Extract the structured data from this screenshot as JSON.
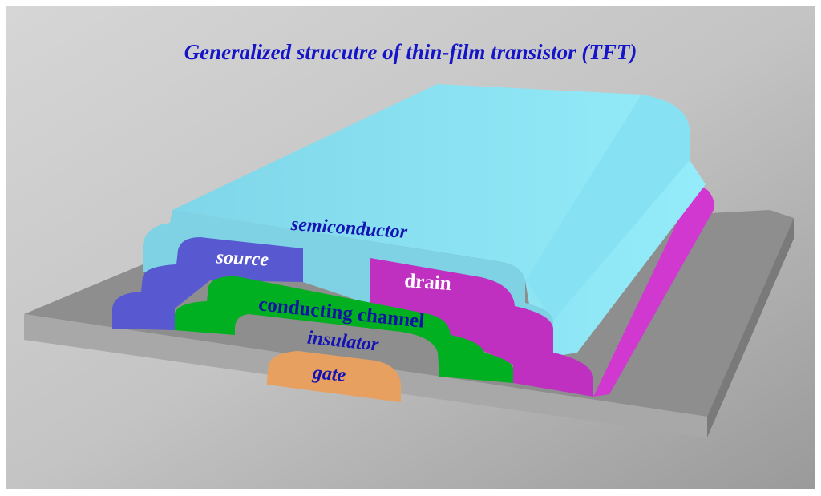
{
  "title": "Generalized strucutre of thin-film transistor (TFT)",
  "layers": {
    "semiconductor": "semiconductor",
    "source": "source",
    "drain": "drain",
    "channel": "conducting channel",
    "insulator": "insulator",
    "gate": "gate"
  },
  "colors": {
    "title": "#1414c8",
    "semiconductor": "#8ae6f4",
    "source": "#5858d0",
    "drain": "#c030c0",
    "channel": "#00b020",
    "insulator": "#8c8c8c",
    "gate": "#e8a060"
  }
}
